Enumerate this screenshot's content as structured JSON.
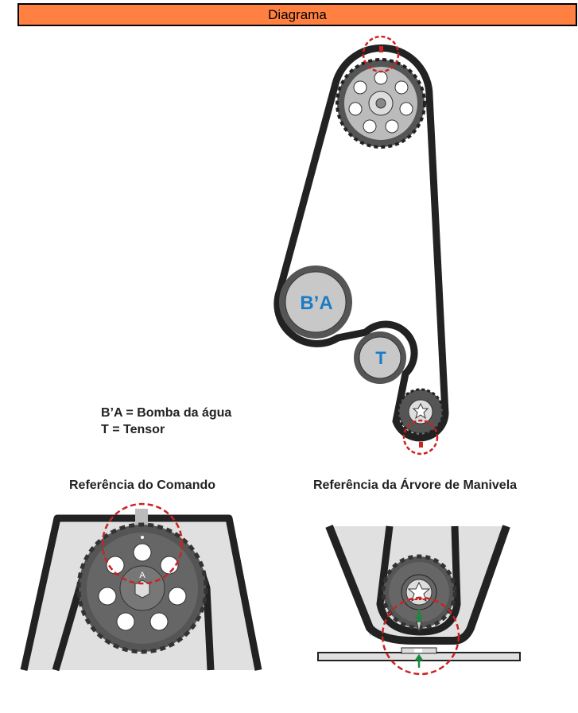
{
  "header": {
    "title": "Diagrama"
  },
  "diagram": {
    "water_pump_label": "B’A",
    "tensioner_label": "T",
    "legend": [
      "B’A = Bomba da água",
      "T = Tensor"
    ],
    "cam_mark_label": "A"
  },
  "references": {
    "cam_title": "Referência do Comando",
    "crank_title": "Referência da Árvore de Manivela"
  },
  "colors": {
    "header": "#FF8040",
    "label_blue": "#1a7cc4",
    "mark_red": "#cc2222",
    "arrow_green": "#1a8a3a"
  }
}
